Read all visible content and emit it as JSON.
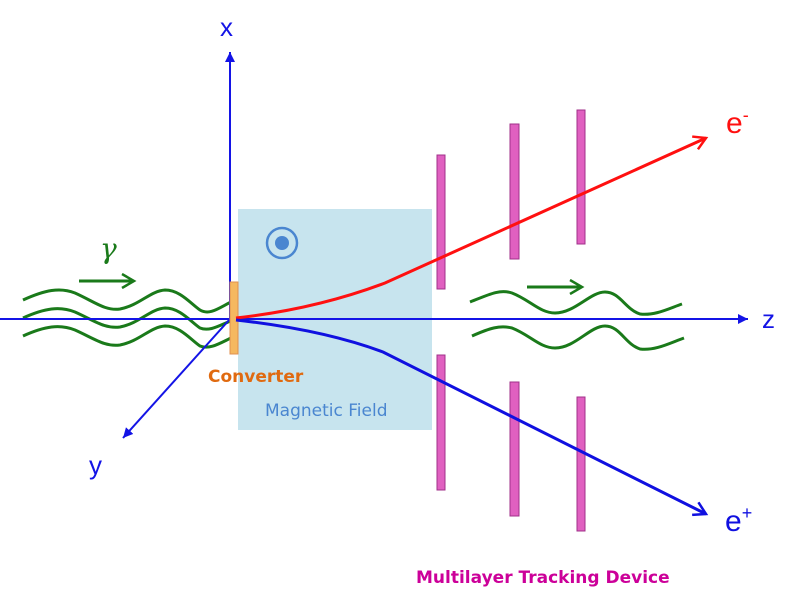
{
  "diagram": {
    "title": "Pair conversion in a magnetic field with multilayer tracking",
    "axes": {
      "x_label": "x",
      "y_label": "y",
      "z_label": "z"
    },
    "photon": {
      "symbol": "γ",
      "incoming_waves": 3,
      "outgoing_waves": 2
    },
    "particles": {
      "electron": {
        "base": "e",
        "charge": "-"
      },
      "positron": {
        "base": "e",
        "charge": "+"
      }
    },
    "labels": {
      "converter": "Converter",
      "magnetic_field": "Magnetic Field",
      "tracker": "Multilayer Tracking Device"
    },
    "tracker": {
      "layers": 3,
      "planes_per_layer": 2
    },
    "field_direction": "out-of-page",
    "colors": {
      "axis": "#1414e6",
      "photon": "#1a7a1a",
      "electron": "#ff1010",
      "positron": "#1010e0",
      "converter": "#f5b860",
      "converter_label": "#e06a10",
      "field_region": "#c7e4ee",
      "field_label": "#4a86d0",
      "tracker": "#e060c0",
      "tracker_label": "#cc0099"
    }
  }
}
